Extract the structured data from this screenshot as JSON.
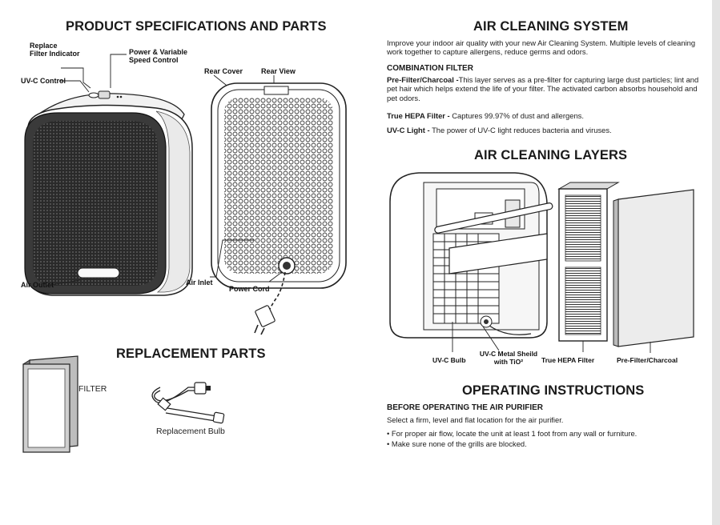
{
  "left": {
    "title": "PRODUCT SPECIFICATIONS AND PARTS",
    "labels": {
      "replace_filter_indicator": "Replace\nFilter Indicator",
      "power_speed_control": "Power & Variable\nSpeed Control",
      "uvc_control": "UV-C Control",
      "rear_cover": "Rear Cover",
      "rear_view": "Rear View",
      "air_outlet": "Air Outlet",
      "air_inlet": "Air Inlet",
      "power_cord": "Power Cord"
    },
    "replacement_title": "REPLACEMENT PARTS",
    "filter_label": "FILTER",
    "bulb_label": "Replacement Bulb"
  },
  "right": {
    "air_system_title": "AIR CLEANING SYSTEM",
    "intro": "Improve your indoor air quality with your new Air Cleaning System. Multiple levels of cleaning work together to capture allergens, reduce germs and odors.",
    "combination_title": "COMBINATION FILTER",
    "prefilter_term": "Pre-Filter/Charcoal -",
    "prefilter_text": "This layer serves as a pre-filter for capturing large dust particles; lint and pet hair which helps extend the life of your filter. The activated carbon absorbs household and pet odors.",
    "hepa_term": "True HEPA Filter -",
    "hepa_text": " Captures 99.97% of dust and allergens.",
    "uvc_term": "UV-C Light -",
    "uvc_text": " The power of UV-C light reduces bacteria and viruses.",
    "layers_title": "AIR CLEANING LAYERS",
    "layer_labels": {
      "uvc_bulb": "UV-C Bulb",
      "uvc_metal_shield": "UV-C Metal Sheild\nwith TiO²",
      "true_hepa": "True HEPA Filter",
      "prefilter_charcoal": "Pre-Filter/Charcoal"
    },
    "operating_title": "OPERATING INSTRUCTIONS",
    "before_title": "BEFORE OPERATING THE AIR PURIFIER",
    "before_intro": "Select a firm, level and flat location for the air purifier.",
    "bullets": [
      "• For proper air flow, locate the unit at least 1 foot from any wall or furniture.",
      "• Make sure none of the grills are blocked."
    ]
  }
}
